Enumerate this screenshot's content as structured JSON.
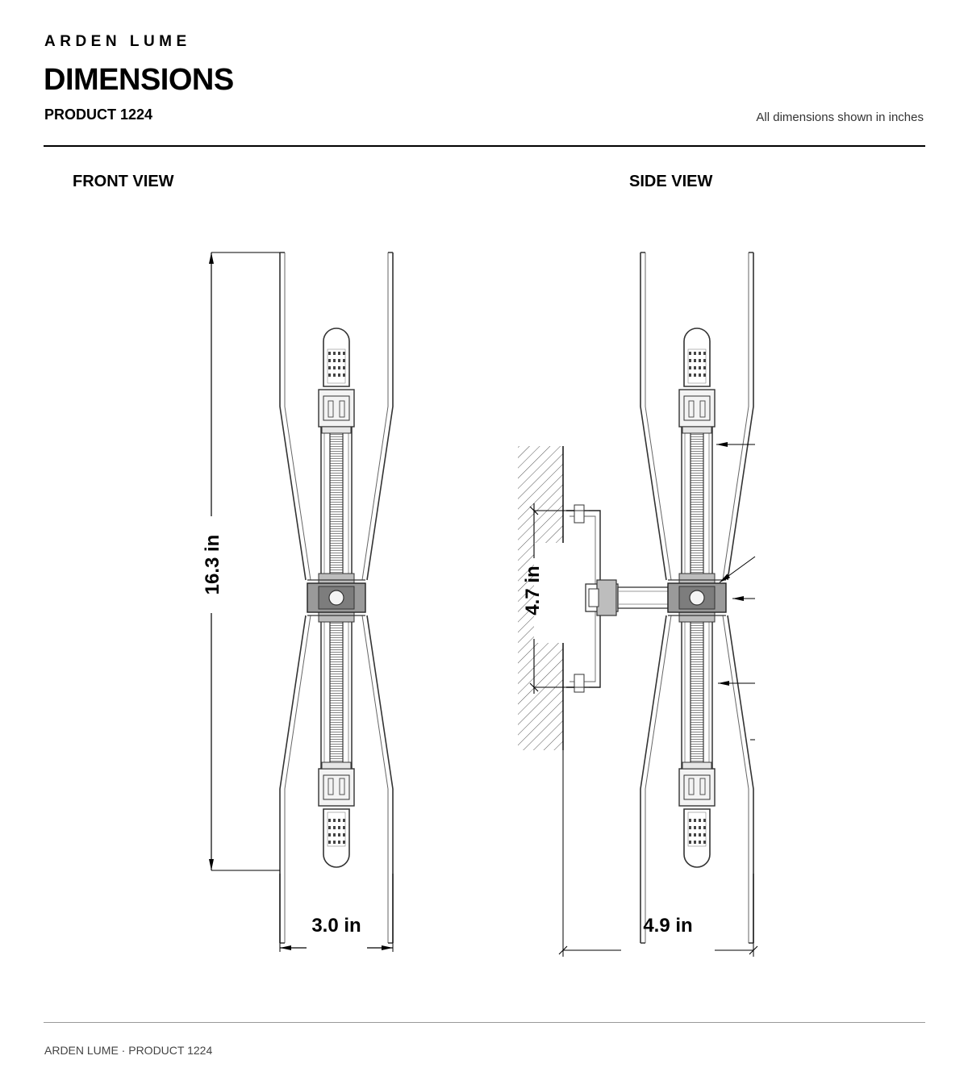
{
  "header": {
    "brand": "ARDEN LUME",
    "title": "DIMENSIONS",
    "product": "PRODUCT 1224",
    "units_note": "All dimensions shown in inches"
  },
  "views": {
    "front": "FRONT VIEW",
    "side": "SIDE VIEW"
  },
  "dimensions": {
    "height": "16.3 in",
    "width": "3.0 in",
    "backplate": "4.7 in",
    "depth": "4.9 in"
  },
  "footer": {
    "text": "ARDEN LUME · PRODUCT 1224"
  }
}
